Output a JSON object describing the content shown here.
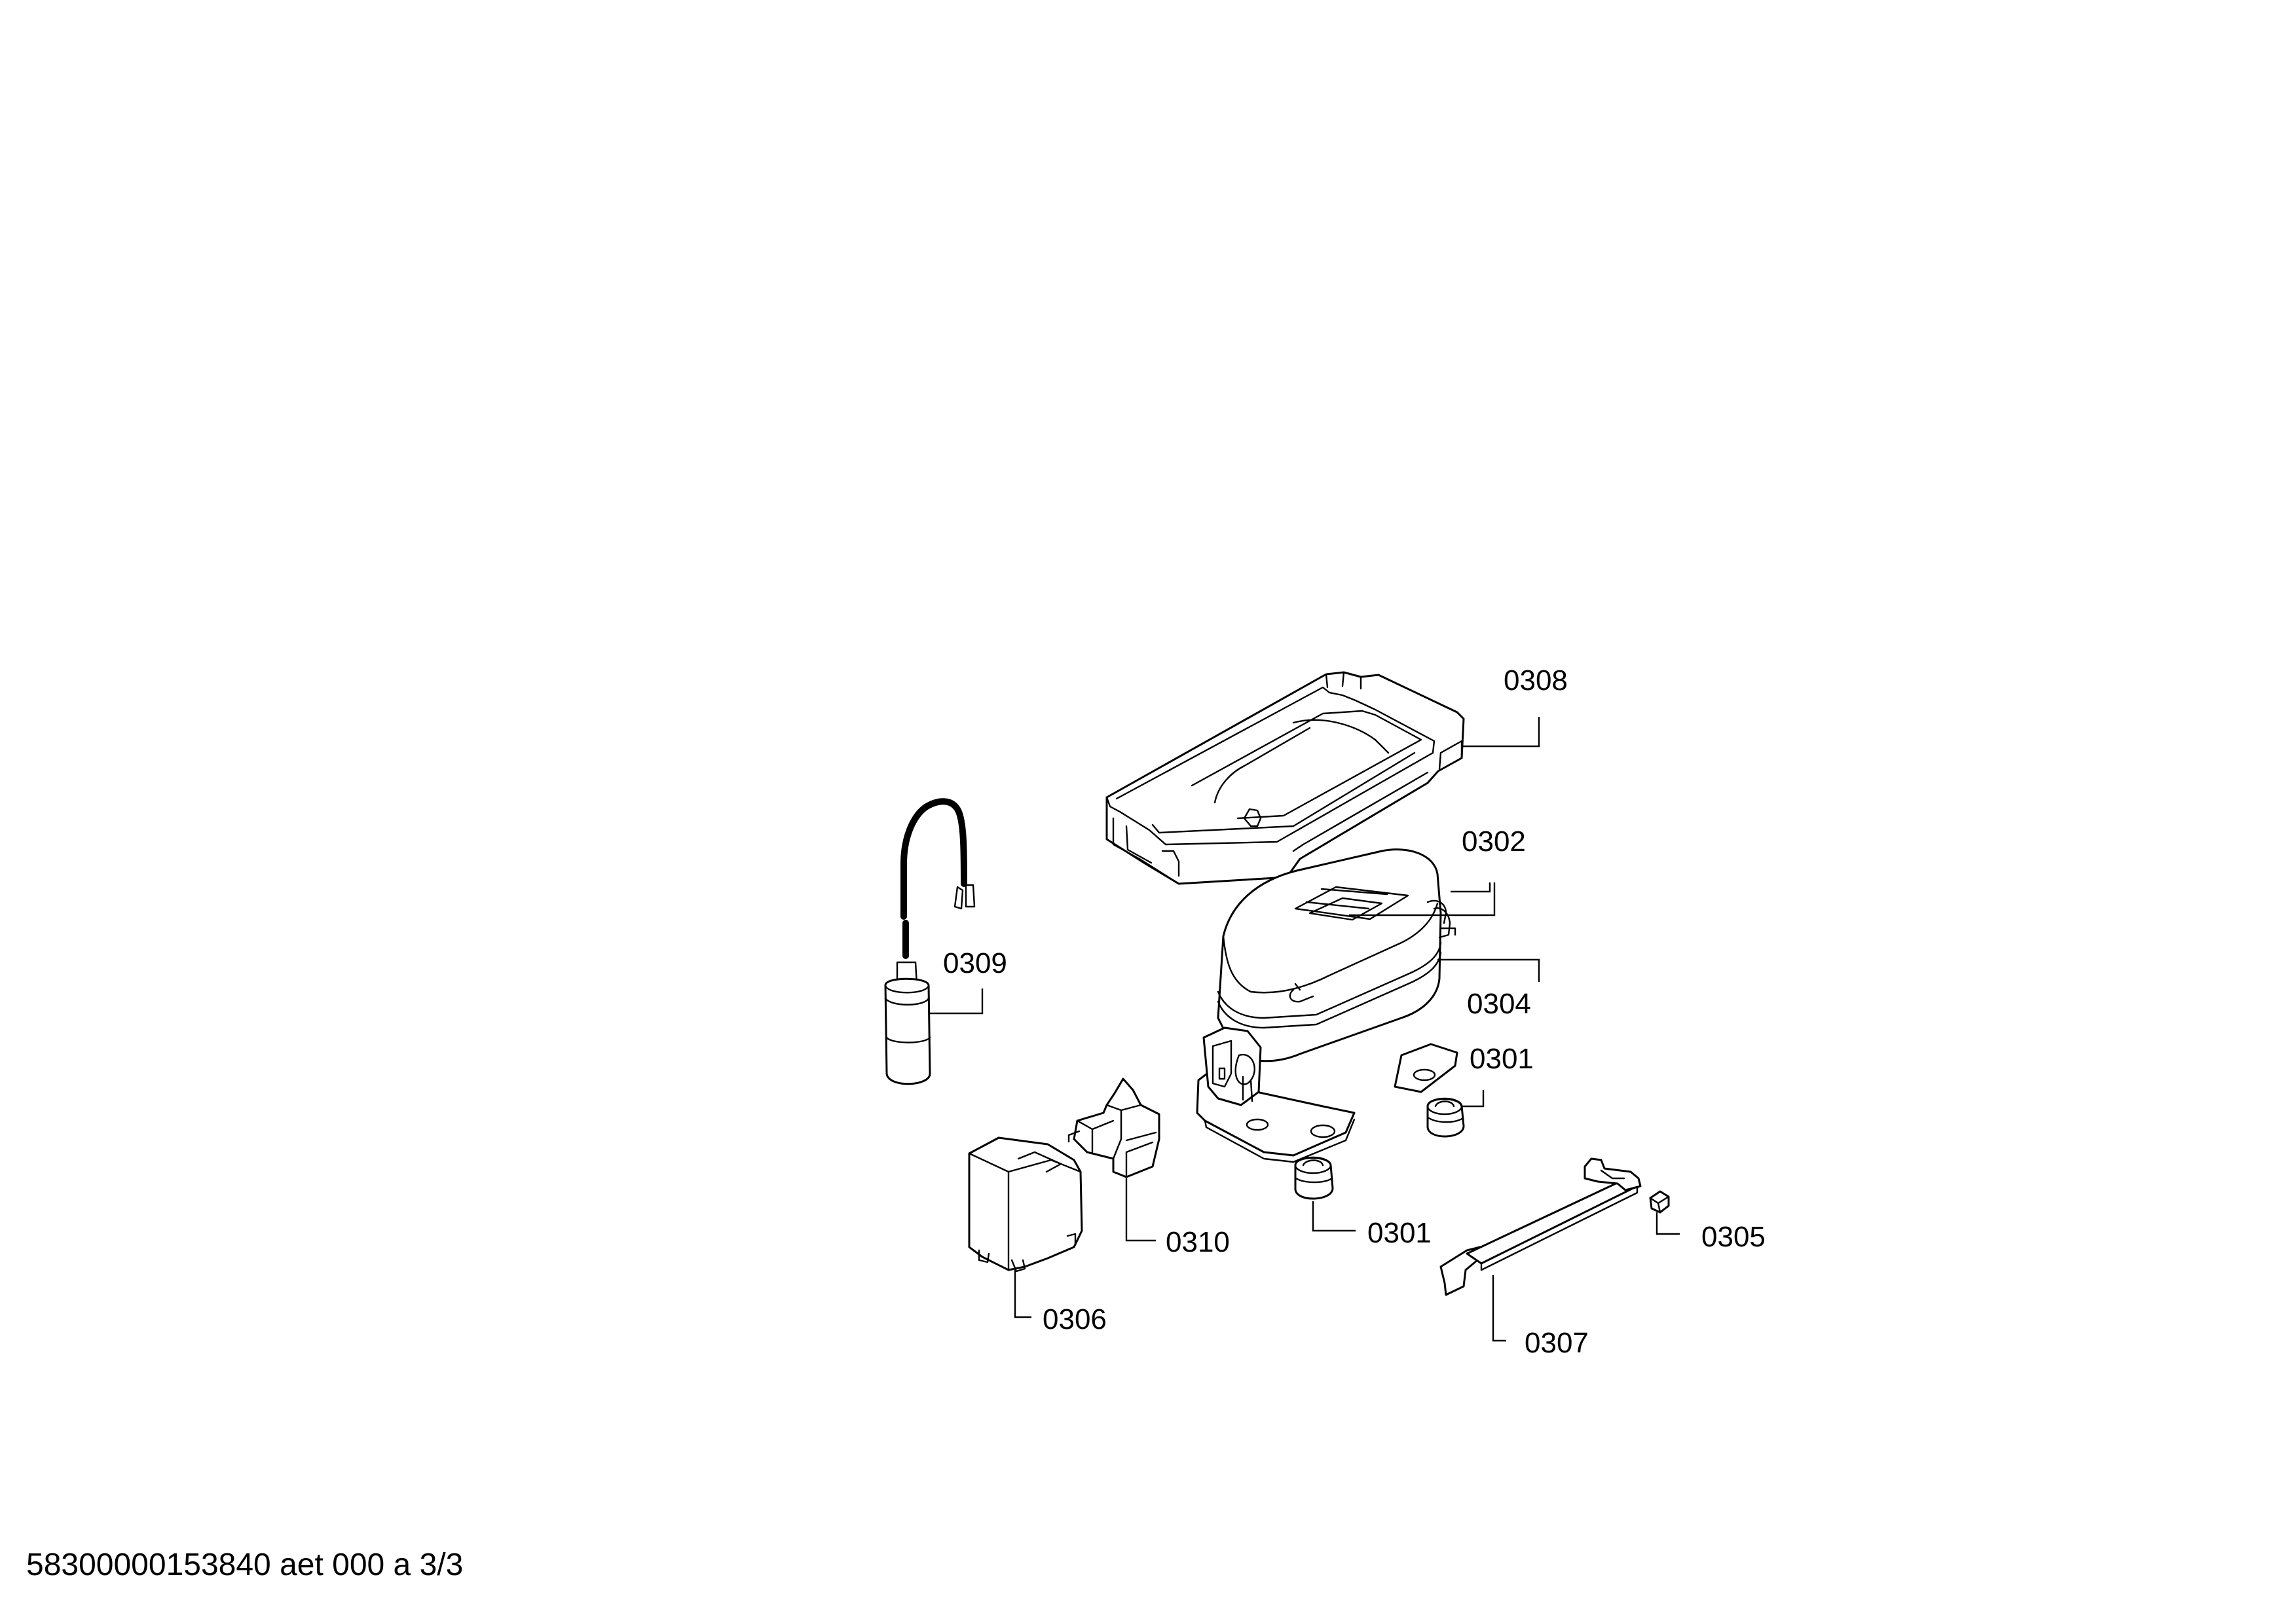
{
  "labels": {
    "p0308": "0308",
    "p0302": "0302",
    "p0309": "0309",
    "p0304": "0304",
    "p0301a": "0301",
    "p0301b": "0301",
    "p0310": "0310",
    "p0305": "0305",
    "p0306": "0306",
    "p0307": "0307"
  },
  "footer": {
    "document_id": "58300000153840 aet 000 a 3/3"
  }
}
